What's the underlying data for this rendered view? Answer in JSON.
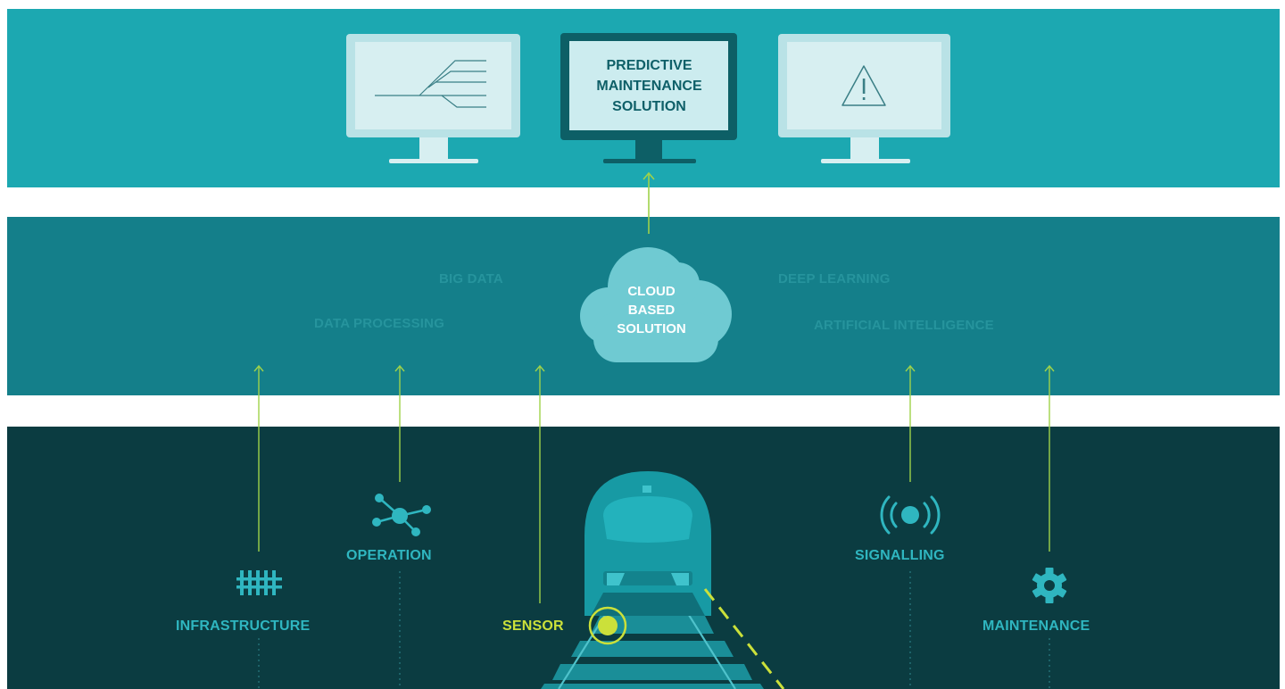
{
  "monitors": {
    "center_title": [
      "PREDICTIVE",
      "MAINTENANCE",
      "SOLUTION"
    ],
    "left_icon": "rail-network-icon",
    "right_icon": "warning-icon"
  },
  "cloud": {
    "title": [
      "CLOUD",
      "BASED",
      "SOLUTION"
    ],
    "terms": {
      "big_data": "BIG DATA",
      "data_processing": "DATA PROCESSING",
      "deep_learning": "DEEP LEARNING",
      "artificial_intelligence": "ARTIFICIAL INTELLIGENCE"
    }
  },
  "sources": {
    "infrastructure": "INFRASTRUCTURE",
    "operation": "OPERATION",
    "sensor": "SENSOR",
    "signalling": "SIGNALLING",
    "maintenance": "MAINTENANCE"
  },
  "colors": {
    "top_band": "#1ca8b1",
    "middle_band": "#147f8a",
    "bottom_band": "#0b3c41",
    "accent_green": "#cbe03a",
    "label_teal": "#2fb6c0",
    "arrow_green": "#9fd24a"
  }
}
